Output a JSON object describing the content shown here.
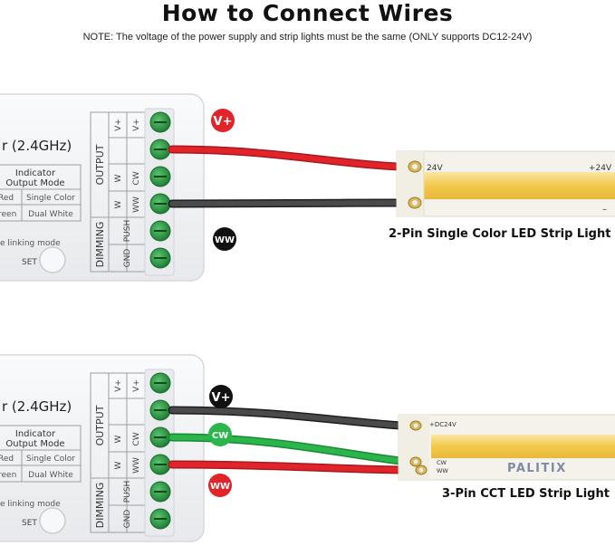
{
  "title": "How to Connect Wires",
  "note": "NOTE: The voltage of the power supply and strip lights must be the same (ONLY supports DC12-24V)",
  "brand": "PALITIX",
  "colors": {
    "red_wire": "#e0242a",
    "black_wire": "#3a3a3a",
    "green_wire": "#2bb54a",
    "strip_yellow": "#f2c94c",
    "strip_white": "#f4f2ea",
    "terminal_green": "#2e9e47",
    "controller_body": "#f2f3f5"
  },
  "controllers": [
    {
      "title_partial": "r (2.4GHz)",
      "indicator_header": [
        "Indicator",
        "Output Mode"
      ],
      "indicator_rows": [
        {
          "color": "Red",
          "mode": "Single Color"
        },
        {
          "color": "reen",
          "mode": "Dual White"
        }
      ],
      "linking_text": "e linking mode",
      "set_label": "SET",
      "output_label": "OUTPUT",
      "dimming_label": "DIMMING",
      "terminal_labels": [
        "V+",
        "V+",
        "W",
        "CW",
        "W",
        "WW",
        "PUSH",
        "GND"
      ],
      "badges": [
        {
          "label": "V+",
          "color": "#e0242a"
        },
        {
          "label": "WW",
          "color": "#111111"
        }
      ],
      "strip": {
        "label_top": "24V",
        "label_top_right": "+24V",
        "label_bottom_right": "–",
        "caption": "2-Pin Single Color LED Strip Light"
      }
    },
    {
      "title_partial": "r (2.4GHz)",
      "indicator_header": [
        "Indicator",
        "Output Mode"
      ],
      "indicator_rows": [
        {
          "color": "Red",
          "mode": "Single Color"
        },
        {
          "color": "reen",
          "mode": "Dual White"
        }
      ],
      "linking_text": "e linking mode",
      "set_label": "SET",
      "output_label": "OUTPUT",
      "dimming_label": "DIMMING",
      "terminal_labels": [
        "V+",
        "V+",
        "W",
        "CW",
        "W",
        "WW",
        "PUSH",
        "GND"
      ],
      "badges": [
        {
          "label": "V+",
          "color": "#111111"
        },
        {
          "label": "CW",
          "color": "#2bb54a"
        },
        {
          "label": "WW",
          "color": "#e0242a"
        }
      ],
      "strip": {
        "label_top": "+DC24V",
        "label_cw": "CW",
        "label_ww": "WW",
        "caption": "3-Pin CCT LED Strip Light"
      }
    }
  ]
}
